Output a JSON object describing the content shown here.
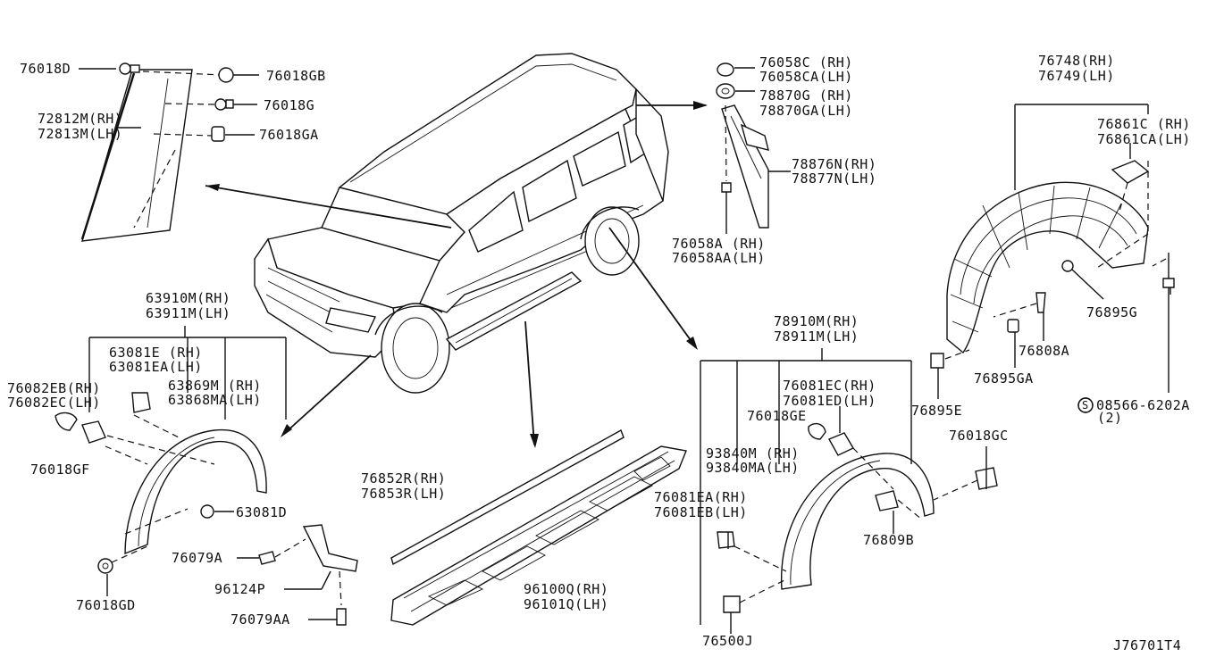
{
  "diagram_id": "J76701T4",
  "labels": {
    "p76018D": "76018D",
    "p76018GB": "76018GB",
    "p76018G": "76018G",
    "p76018GA": "76018GA",
    "p72812M": "72812M(RH)",
    "p72813M": "72813M(LH)",
    "p76058C": "76058C (RH)",
    "p76058CA": "76058CA(LH)",
    "p78870G": "78870G (RH)",
    "p78870GA": "78870GA(LH)",
    "p78876N": "78876N(RH)",
    "p78877N": "78877N(LH)",
    "p76058A": "76058A (RH)",
    "p76058AA": "76058AA(LH)",
    "p76748": "76748(RH)",
    "p76749": "76749(LH)",
    "p76861C": "76861C (RH)",
    "p76861CA": "76861CA(LH)",
    "p76895G": "76895G",
    "p76808A": "76808A",
    "p76895GA": "76895GA",
    "p76895E": "76895E",
    "p08566": "08566-6202A",
    "p08566qty": "(2)",
    "s_mark": "S",
    "p63910M": "63910M(RH)",
    "p63911M": "63911M(LH)",
    "p63081E": "63081E (RH)",
    "p63081EA": "63081EA(LH)",
    "p76082EB": "76082EB(RH)",
    "p76082EC": "76082EC(LH)",
    "p63869M": "63869M (RH)",
    "p63868MA": "63868MA(LH)",
    "p76018GF": "76018GF",
    "p63081D": "63081D",
    "p76079A": "76079A",
    "p96124P": "96124P",
    "p76079AA": "76079AA",
    "p76018GD": "76018GD",
    "p76852R": "76852R(RH)",
    "p76853R": "76853R(LH)",
    "p96100Q": "96100Q(RH)",
    "p96101Q": "96101Q(LH)",
    "p78910M": "78910M(RH)",
    "p78911M": "78911M(LH)",
    "p76081EC": "76081EC(RH)",
    "p76081ED": "76081ED(LH)",
    "p76018GE": "76018GE",
    "p93840M": "93840M (RH)",
    "p93840MA": "93840MA(LH)",
    "p76081EA": "76081EA(RH)",
    "p76081EB": "76081EB(LH)",
    "p76018GC": "76018GC",
    "p76809B": "76809B",
    "p76500J": "76500J",
    "code": "J76701T4"
  }
}
